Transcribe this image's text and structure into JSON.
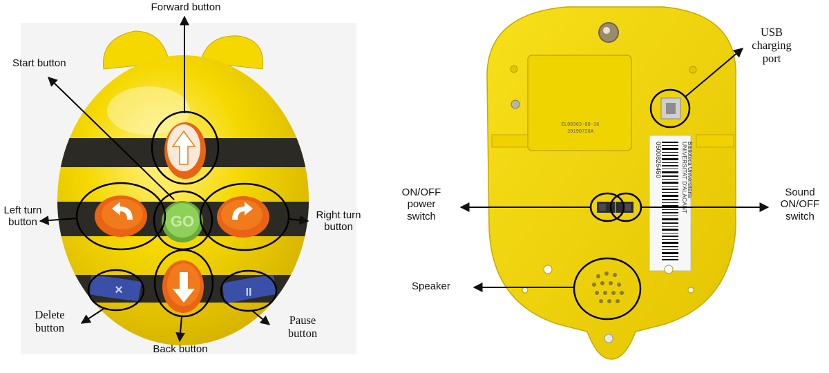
{
  "front": {
    "labels": {
      "forward": "Forward button",
      "start": "Start button",
      "left_turn": "Left turn\nbutton",
      "right_turn": "Right turn\nbutton",
      "delete": "Delete\nbutton",
      "back": "Back button",
      "pause": "Pause\nbutton"
    },
    "button_glyphs": {
      "go": "GO",
      "delete": "×",
      "pause": "II"
    },
    "icons": [
      "up-arrow-icon",
      "down-arrow-icon",
      "left-turn-arrow-icon",
      "right-turn-arrow-icon"
    ]
  },
  "back": {
    "labels": {
      "usb": "USB\ncharging\nport",
      "power": "ON/OFF\npower\nswitch",
      "sound": "Sound\nON/OFF\nswitch",
      "speaker": "Speaker"
    },
    "battery_cover_text": {
      "line1": "EL00363-00-16",
      "line2": "20190726A"
    },
    "sticker_text": {
      "line1": "UNIVERSITAT D'ALACANT",
      "line2": "Biblioteca Universitària",
      "line3": "0500826450"
    }
  },
  "colors": {
    "body_yellow": "#f5d800",
    "stripe_black": "#2b2a25",
    "button_orange": "#f07a1c",
    "go_green": "#7fc24b",
    "blue_button": "#3a4fa8",
    "wheel_grey": "#5a5a5a"
  }
}
